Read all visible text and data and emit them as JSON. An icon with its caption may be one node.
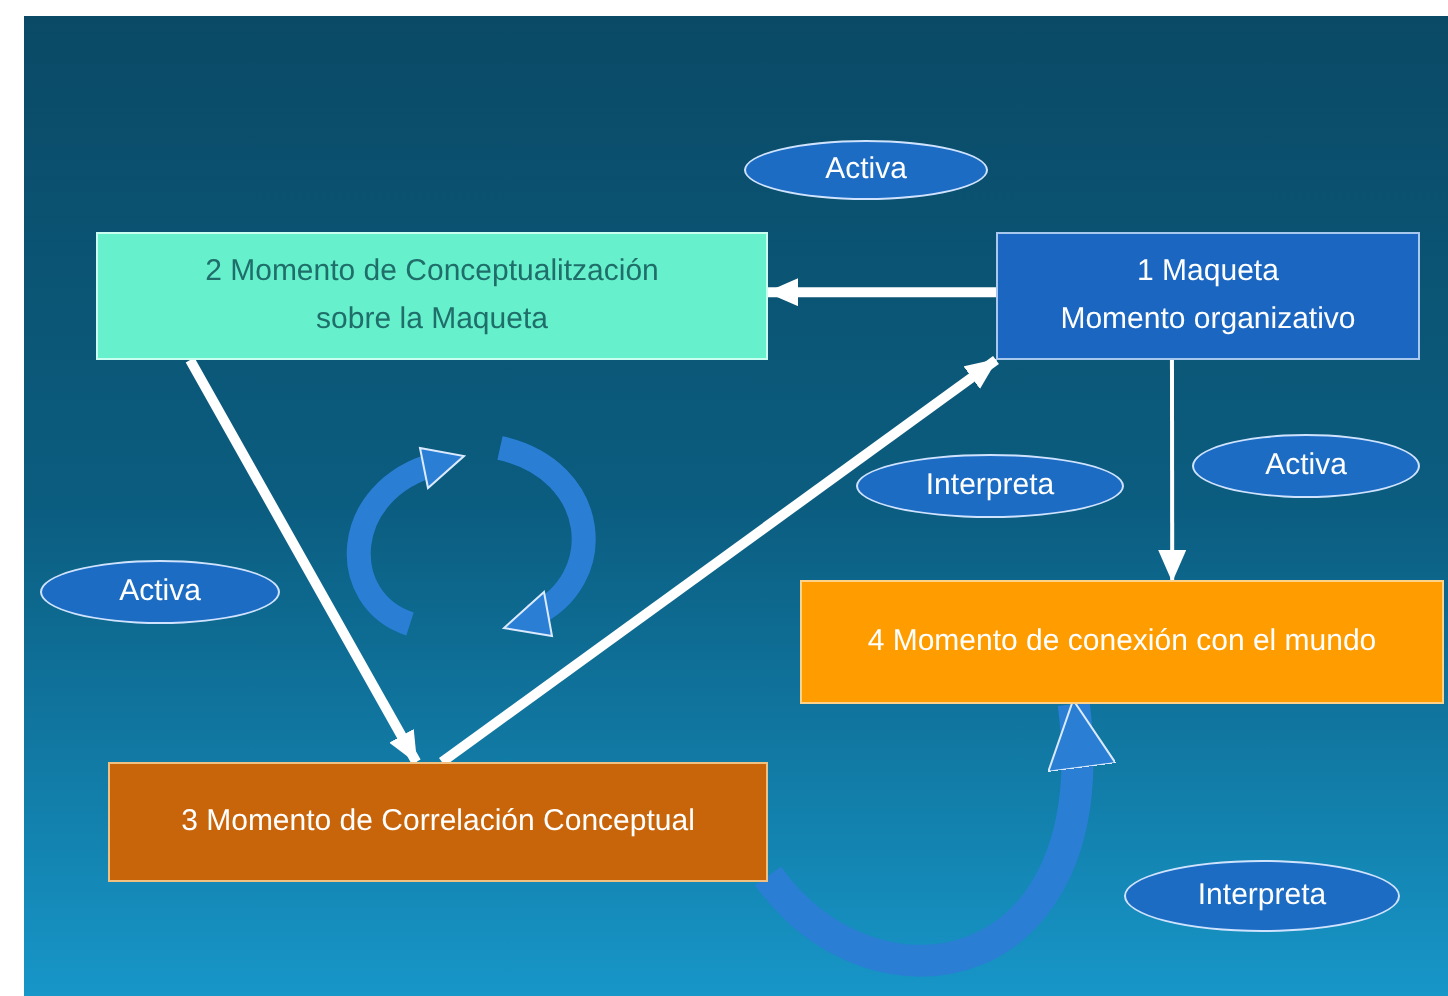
{
  "diagram": {
    "nodes": [
      {
        "text": [
          "Activa"
        ]
      },
      {
        "text": [
          "2 Momento de Conceptualitzación sobre la Maqueta"
        ]
      },
      {
        "text": [
          "1 Maqueta",
          "Momento organizativo"
        ]
      },
      {
        "text": [
          "Interpreta"
        ]
      },
      {
        "text": [
          "Activa"
        ]
      },
      {
        "text": [
          "Activa"
        ]
      },
      {
        "text": [
          "4 Momento de conexión con el mundo"
        ]
      },
      {
        "text": [
          "3 Momento de Correlación Conceptual"
        ]
      },
      {
        "text": [
          "Interpreta"
        ]
      }
    ],
    "edges": [
      {
        "from": 2,
        "to": 1,
        "arrow": "to"
      },
      {
        "from": 1,
        "to": 7,
        "arrow": "to"
      },
      {
        "from": 7,
        "to": 2,
        "arrow": "to"
      },
      {
        "from": 2,
        "to": 6,
        "arrow": "to"
      },
      {
        "from": 7,
        "to": 6,
        "arrow": "to",
        "style": "thick",
        "color": "#2a7fd4"
      }
    ]
  }
}
